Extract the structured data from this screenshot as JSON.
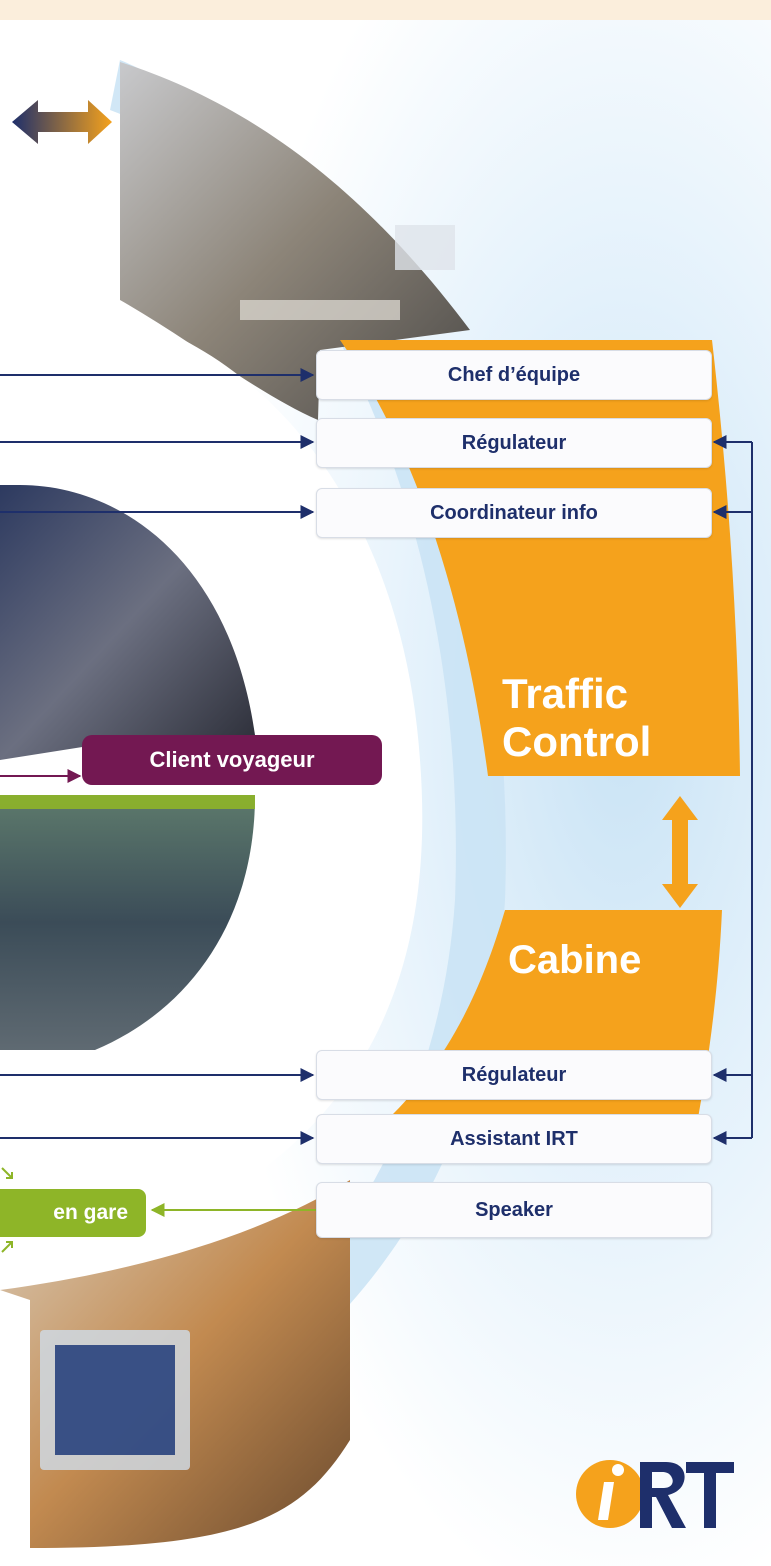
{
  "traffic_control": {
    "line1": "Traffic",
    "line2": "Control",
    "roles": [
      "Chef d’équipe",
      "Régulateur",
      "Coordinateur info"
    ]
  },
  "cabine": {
    "title": "Cabine",
    "roles": [
      "Régulateur",
      "Assistant IRT",
      "Speaker"
    ]
  },
  "client": {
    "label": "Client voyageur"
  },
  "gare": {
    "label": "en gare"
  },
  "logo": {
    "text": "iRT"
  },
  "colors": {
    "orange": "#f5a21c",
    "navy": "#1e2f6b",
    "plum": "#731852",
    "green": "#8eb528",
    "sky": "#c9e3f5"
  }
}
